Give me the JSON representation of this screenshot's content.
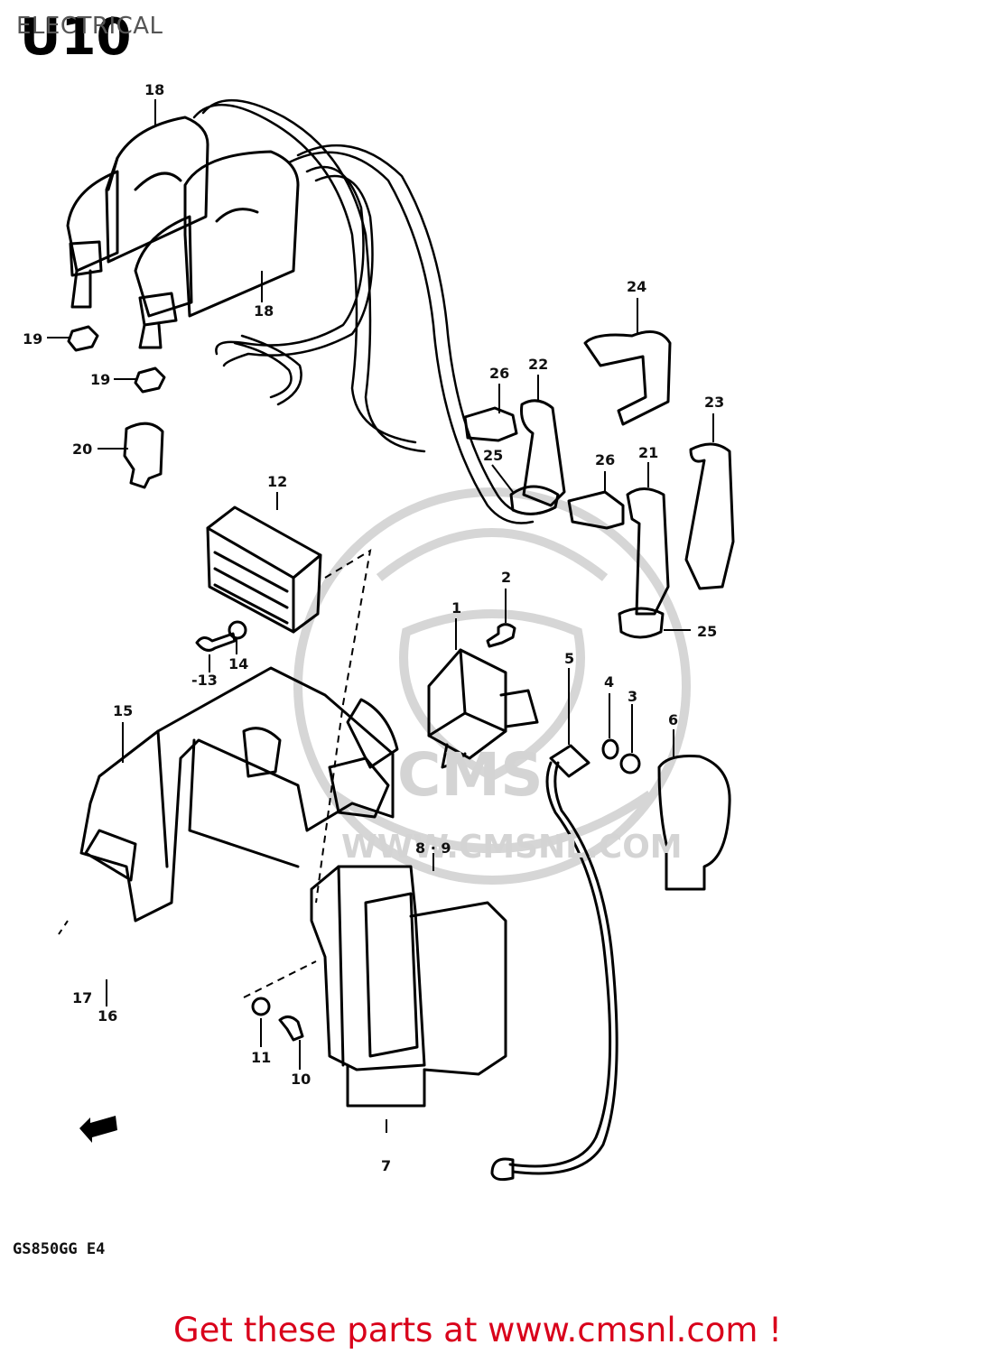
{
  "header": {
    "section_title": "ELECTRICAL",
    "page_badge": "U10"
  },
  "watermark": {
    "brand": "CMS",
    "url": "WWW.CMSNL.COM"
  },
  "model_code": "GS850GG E4",
  "footer": {
    "link_text": "Get these parts at www.cmsnl.com !"
  },
  "callouts": [
    {
      "id": "18a",
      "text": "18"
    },
    {
      "id": "18b",
      "text": "18"
    },
    {
      "id": "19a",
      "text": "19"
    },
    {
      "id": "19b",
      "text": "19"
    },
    {
      "id": "20",
      "text": "20"
    },
    {
      "id": "12",
      "text": "12"
    },
    {
      "id": "13",
      "text": "13"
    },
    {
      "id": "14",
      "text": "14"
    },
    {
      "id": "15",
      "text": "15"
    },
    {
      "id": "24",
      "text": "24"
    },
    {
      "id": "26a",
      "text": "26"
    },
    {
      "id": "22",
      "text": "22"
    },
    {
      "id": "23",
      "text": "23"
    },
    {
      "id": "25a",
      "text": "25"
    },
    {
      "id": "26b",
      "text": "26"
    },
    {
      "id": "21",
      "text": "21"
    },
    {
      "id": "25b",
      "text": "25"
    },
    {
      "id": "2",
      "text": "2"
    },
    {
      "id": "1",
      "text": "1"
    },
    {
      "id": "5",
      "text": "5"
    },
    {
      "id": "4",
      "text": "4"
    },
    {
      "id": "3",
      "text": "3"
    },
    {
      "id": "6",
      "text": "6"
    },
    {
      "id": "8-9",
      "text": "8 · 9"
    },
    {
      "id": "17",
      "text": "17"
    },
    {
      "id": "16",
      "text": "16"
    },
    {
      "id": "11",
      "text": "11"
    },
    {
      "id": "10",
      "text": "10"
    },
    {
      "id": "7",
      "text": "7"
    }
  ]
}
